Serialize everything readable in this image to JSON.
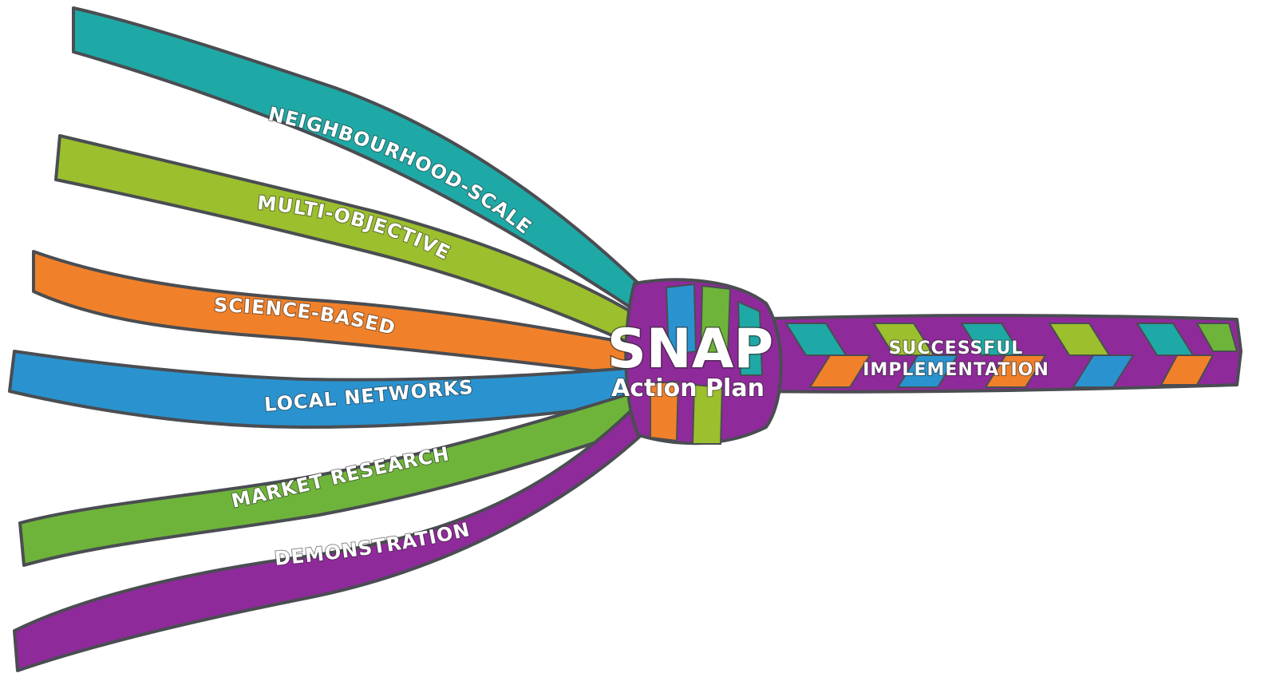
{
  "strands": [
    {
      "id": "neighbourhood",
      "label": "NEIGHBOURHOOD-SCALE",
      "color": "#1fa9a6"
    },
    {
      "id": "multi",
      "label": "MULTI-OBJECTIVE",
      "color": "#9cbf2e"
    },
    {
      "id": "science",
      "label": "SCIENCE-BASED",
      "color": "#f0812a"
    },
    {
      "id": "local",
      "label": "LOCAL NETWORKS",
      "color": "#2a93cf"
    },
    {
      "id": "market",
      "label": "MARKET RESEARCH",
      "color": "#6eb43a"
    },
    {
      "id": "demo",
      "label": "DEMONSTRATION",
      "color": "#8f2a9b"
    }
  ],
  "knot": {
    "title": "SNAP",
    "subtitle": "Action Plan"
  },
  "result": {
    "line1": "SUCCESSFUL",
    "line2": "IMPLEMENTATION"
  },
  "outline_color": "#4a4d52"
}
